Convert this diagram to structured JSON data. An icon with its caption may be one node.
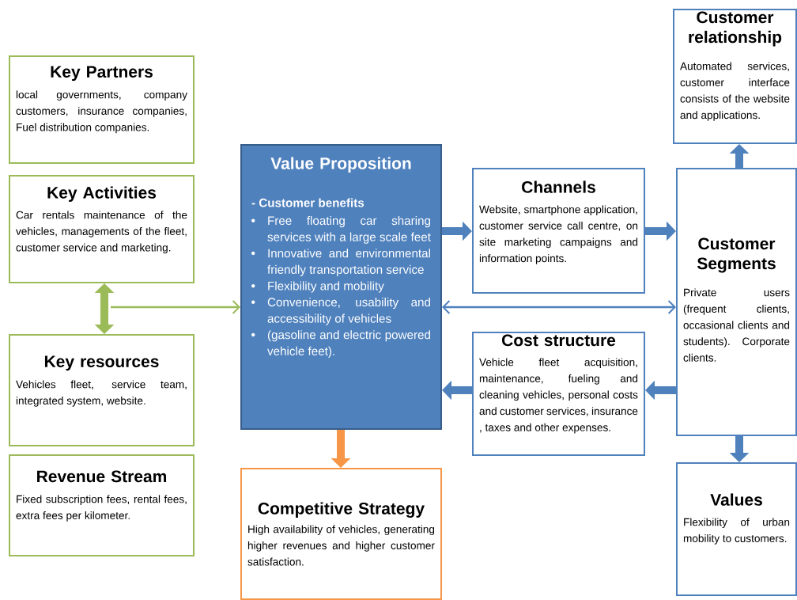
{
  "diagram": {
    "nodes": [
      {
        "text": [
          "Key Partners",
          "local governments, company customers, insurance companies, Fuel distribution companies."
        ]
      },
      {
        "text": [
          "Key Activities",
          "Car rentals maintenance of the vehicles, managements of the fleet, customer service and marketing."
        ]
      },
      {
        "text": [
          "Key resources",
          "Vehicles fleet, service team, integrated system, website."
        ]
      },
      {
        "text": [
          "Revenue Stream",
          "Fixed subscription fees, rental fees, extra fees per kilometer."
        ]
      },
      {
        "text": [
          "Value Proposition",
          "- Customer benefits",
          "Free floating car sharing services with a large scale feet",
          "Innovative and environmental friendly transportation service",
          "Flexibility and mobility",
          "Convenience, usability and accessibility of vehicles",
          "(gasoline and electric powered vehicle feet)."
        ]
      },
      {
        "text": [
          "Competitive Strategy",
          "High availability of vehicles, generating higher revenues and higher customer satisfaction."
        ]
      },
      {
        "text": [
          "Channels",
          "Website, smartphone application, customer service call centre, on site marketing campaigns and information points."
        ]
      },
      {
        "text": [
          "Cost structure",
          "Vehicle fleet acquisition, maintenance, fueling and cleaning vehicles, personal costs and customer services, insurance , taxes and other expenses."
        ]
      },
      {
        "text": [
          "Customer relationship",
          "Automated services, customer interface consists of the website and applications."
        ]
      },
      {
        "text": [
          "Customer Segments",
          "Private users (frequent clients, occasional clients and students). Corporate clients."
        ]
      },
      {
        "text": [
          "Values",
          "Flexibility of urban mobility to customers."
        ]
      }
    ],
    "edges": [
      {
        "from": 1,
        "to": 2,
        "arrow": "both",
        "color": "#9bbb59"
      },
      {
        "from": null,
        "to": 4,
        "arrow": "to",
        "color": "#9bbb59"
      },
      {
        "from": 4,
        "to": 6,
        "arrow": "to"
      },
      {
        "from": 6,
        "to": 9,
        "arrow": "to"
      },
      {
        "from": 4,
        "to": 9,
        "arrow": "both"
      },
      {
        "from": 9,
        "to": 7,
        "arrow": "to"
      },
      {
        "from": 7,
        "to": 4,
        "arrow": "to"
      },
      {
        "from": 9,
        "to": 8,
        "arrow": "to"
      },
      {
        "from": 9,
        "to": 10,
        "arrow": "to"
      },
      {
        "from": 4,
        "to": 5,
        "arrow": "to",
        "color": "#f79646"
      }
    ]
  }
}
